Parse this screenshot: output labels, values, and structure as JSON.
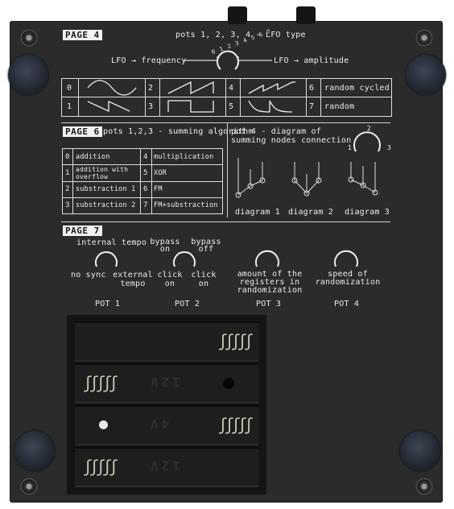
{
  "page4": {
    "badge": "PAGE 4",
    "title": "pots 1, 2, 3, 4 - LFO type",
    "lfo_left": "LFO → frequency",
    "lfo_right": "LFO → amplitude",
    "knob_digits": "0 1 2 3 4 5 6 7",
    "table": [
      {
        "num": "0",
        "icon": "sine-wave-icon"
      },
      {
        "num": "2",
        "icon": "sawtooth-up-icon"
      },
      {
        "num": "4",
        "icon": "ramp-step-icon"
      },
      {
        "num": "6",
        "label": "random cycled"
      },
      {
        "num": "1",
        "icon": "sine-inverted-icon"
      },
      {
        "num": "3",
        "icon": "square-wave-icon"
      },
      {
        "num": "5",
        "icon": "decay-wave-icon"
      },
      {
        "num": "7",
        "label": "random"
      }
    ]
  },
  "page6": {
    "badge": "PAGE 6",
    "title": "pots 1,2,3 - summing algorithm",
    "algos": [
      {
        "num": "0",
        "label": "addition"
      },
      {
        "num": "4",
        "label": "multiplication"
      },
      {
        "num": "1",
        "label": "addition with overflow"
      },
      {
        "num": "5",
        "label": "XOR"
      },
      {
        "num": "2",
        "label": "substraction 1"
      },
      {
        "num": "6",
        "label": "FM"
      },
      {
        "num": "3",
        "label": "substraction 2"
      },
      {
        "num": "7",
        "label": "FM+substraction"
      }
    ],
    "diagram_title": "pot 4 - diagram of summing nodes connection",
    "diagrams": [
      "diagram 1",
      "diagram 2",
      "diagram 3"
    ],
    "diagram_digits": [
      "1",
      "2",
      "3"
    ]
  },
  "page7": {
    "badge": "PAGE 7",
    "pot1": {
      "top": "internal tempo",
      "left": "no sync",
      "right": "external tempo",
      "name": "POT 1"
    },
    "pot2": {
      "left_top": "bypass on",
      "right_top": "bypass off",
      "left": "click on",
      "right": "click on",
      "name": "POT 2"
    },
    "pot3": {
      "text": "amount of the registers in randomization",
      "name": "POT 3"
    },
    "pot4": {
      "text": "speed of randomization",
      "name": "POT 4"
    }
  },
  "battery": {
    "label": "12V",
    "label_alt": "4V"
  }
}
